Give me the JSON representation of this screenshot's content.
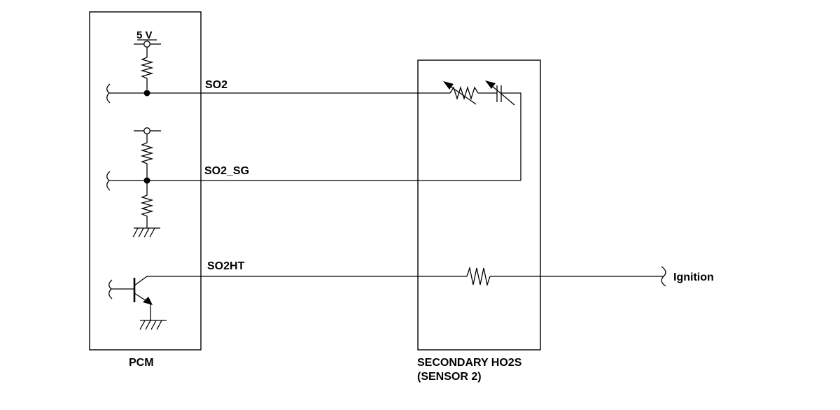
{
  "labels": {
    "supply_voltage": "5 V",
    "signal": "SO2",
    "signal_ground": "SO2_SG",
    "heater": "SO2HT",
    "ignition": "Ignition",
    "pcm": "PCM",
    "sensor_line1": "SECONDARY HO2S",
    "sensor_line2": "(SENSOR 2)"
  },
  "colors": {
    "line": "#000000",
    "background": "#ffffff"
  },
  "symbols": [
    "pull-up-resistor",
    "variable-resistor",
    "variable-capacitor",
    "voltage-divider",
    "npn-transistor",
    "ground-symbol",
    "heater-resistor",
    "connector-break"
  ]
}
